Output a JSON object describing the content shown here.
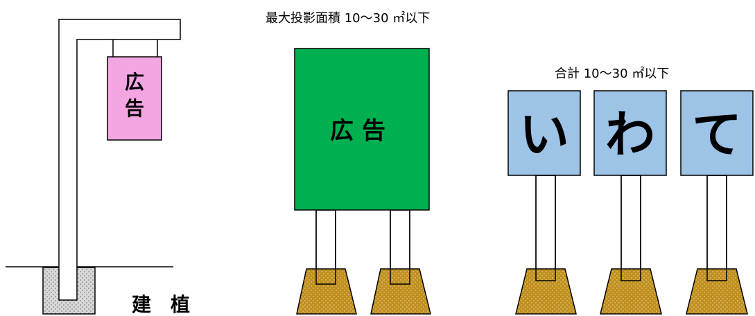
{
  "pole_sign": {
    "text": "広告"
  },
  "ground_caption": "建　植",
  "billboard": {
    "caption": "最大投影面積 10～30 ㎡以下",
    "text": "広告",
    "color": "#00b050"
  },
  "sign_group": {
    "caption": "合計 10～30 ㎡以下",
    "panels": [
      "い",
      "わ",
      "て"
    ],
    "color": "#9dc3e6"
  },
  "colors": {
    "pole_sign_panel": "#f4a6e3",
    "footing": "#bf8f1f",
    "concrete": "#d9d9d9"
  }
}
